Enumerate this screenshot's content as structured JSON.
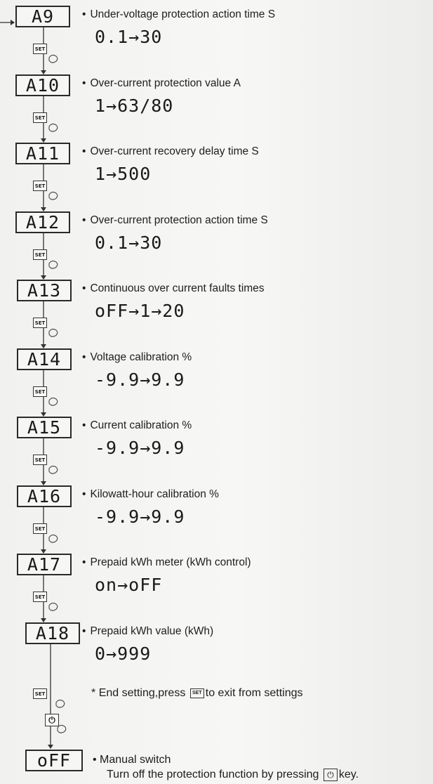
{
  "entries": [
    {
      "code": "A9",
      "desc": "Under-voltage protection action time S",
      "range": "0.1→30"
    },
    {
      "code": "A10",
      "desc": "Over-current protection value A",
      "range": "1→63/80"
    },
    {
      "code": "A11",
      "desc": "Over-current recovery delay time S",
      "range": "1→500"
    },
    {
      "code": "A12",
      "desc": "Over-current protection action time S",
      "range": "0.1→30"
    },
    {
      "code": "A13",
      "desc": "Continuous over current faults times",
      "range": "oFF→1→20"
    },
    {
      "code": "A14",
      "desc": "Voltage calibration %",
      "range": "-9.9→9.9"
    },
    {
      "code": "A15",
      "desc": "Current calibration %",
      "range": "-9.9→9.9"
    },
    {
      "code": "A16",
      "desc": "Kilowatt-hour calibration %",
      "range": "-9.9→9.9"
    },
    {
      "code": "A17",
      "desc": "Prepaid kWh meter (kWh control)",
      "range": "on→oFF"
    },
    {
      "code": "A18",
      "desc": "Prepaid kWh value (kWh)",
      "range": "0→999"
    }
  ],
  "set_key_label": "SET",
  "end_note": {
    "prefix": "End setting,press",
    "suffix": "to exit from settings",
    "marker": "*"
  },
  "off_box": {
    "code": "oFF",
    "title": "Manual switch",
    "sub_prefix": "Turn off the protection function by",
    "sub_middle": "pressing",
    "sub_suffix": "key."
  }
}
